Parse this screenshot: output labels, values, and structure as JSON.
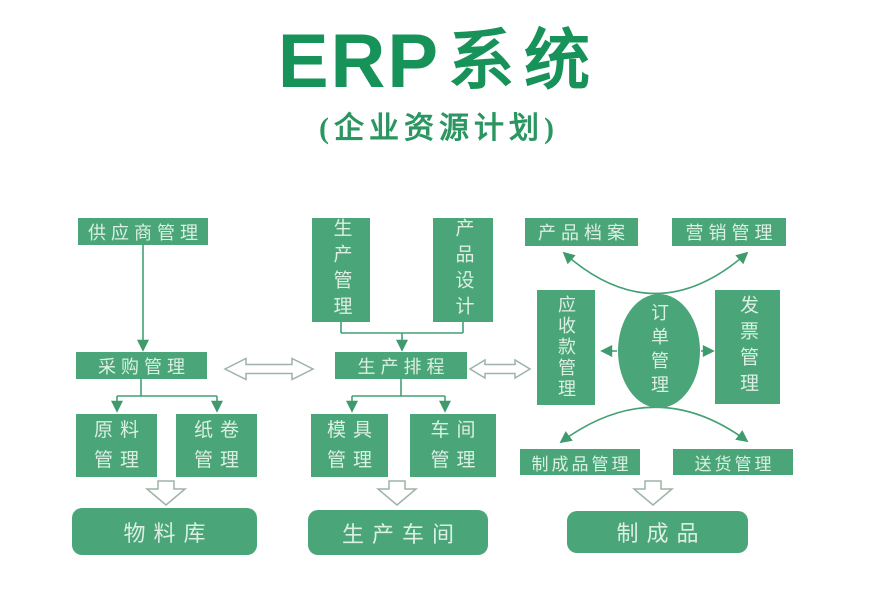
{
  "title": {
    "erp": "ERP",
    "cjk": "系统",
    "subtitle": "(企业资源计划)"
  },
  "colors": {
    "title_green": "#17935a",
    "box_green": "#4aa578",
    "box_text": "#dcefe3",
    "connector_green": "#44a076",
    "hollow_arrow_outline": "#9db4a7"
  },
  "nodes": {
    "supplier": {
      "label": "供应商管理"
    },
    "purchasing": {
      "label": "采购管理"
    },
    "raw_material": {
      "lines": [
        "原料",
        "管理"
      ]
    },
    "paper_roll": {
      "lines": [
        "纸卷",
        "管理"
      ]
    },
    "material_store": {
      "label": "物料库"
    },
    "production_mgmt": {
      "label": "生产管理"
    },
    "product_design": {
      "label": "产品设计"
    },
    "scheduling": {
      "label": "生产排程"
    },
    "mold": {
      "lines": [
        "模具",
        "管理"
      ]
    },
    "workshop_mgmt": {
      "lines": [
        "车间",
        "管理"
      ]
    },
    "production_workshop": {
      "label": "生产车间"
    },
    "product_archive": {
      "label": "产品档案"
    },
    "marketing": {
      "label": "营销管理"
    },
    "receivables": {
      "label": "应收款管理"
    },
    "order_mgmt": {
      "label": "订单管理"
    },
    "invoice": {
      "label": "发票管理"
    },
    "finished_goods_mgmt": {
      "label": "制成品管理"
    },
    "delivery": {
      "label": "送货管理"
    },
    "finished_goods": {
      "label": "制成品"
    }
  }
}
